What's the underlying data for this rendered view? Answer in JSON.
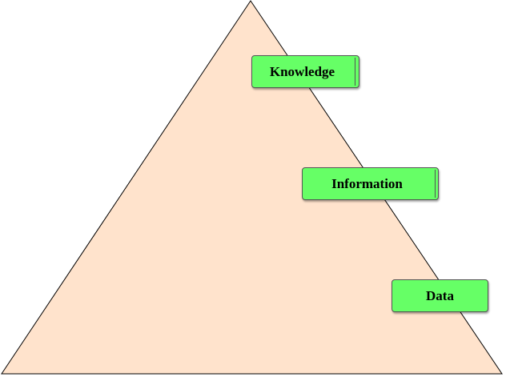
{
  "colors": {
    "pyramid_fill": "#ffe3cc",
    "pyramid_stroke": "#000000",
    "box_fill": "#66ff66",
    "box_border": "#555555",
    "text": "#000000"
  },
  "pyramid": {
    "levels": [
      {
        "label": "Knowledge"
      },
      {
        "label": "Information"
      },
      {
        "label": "Data"
      }
    ]
  }
}
